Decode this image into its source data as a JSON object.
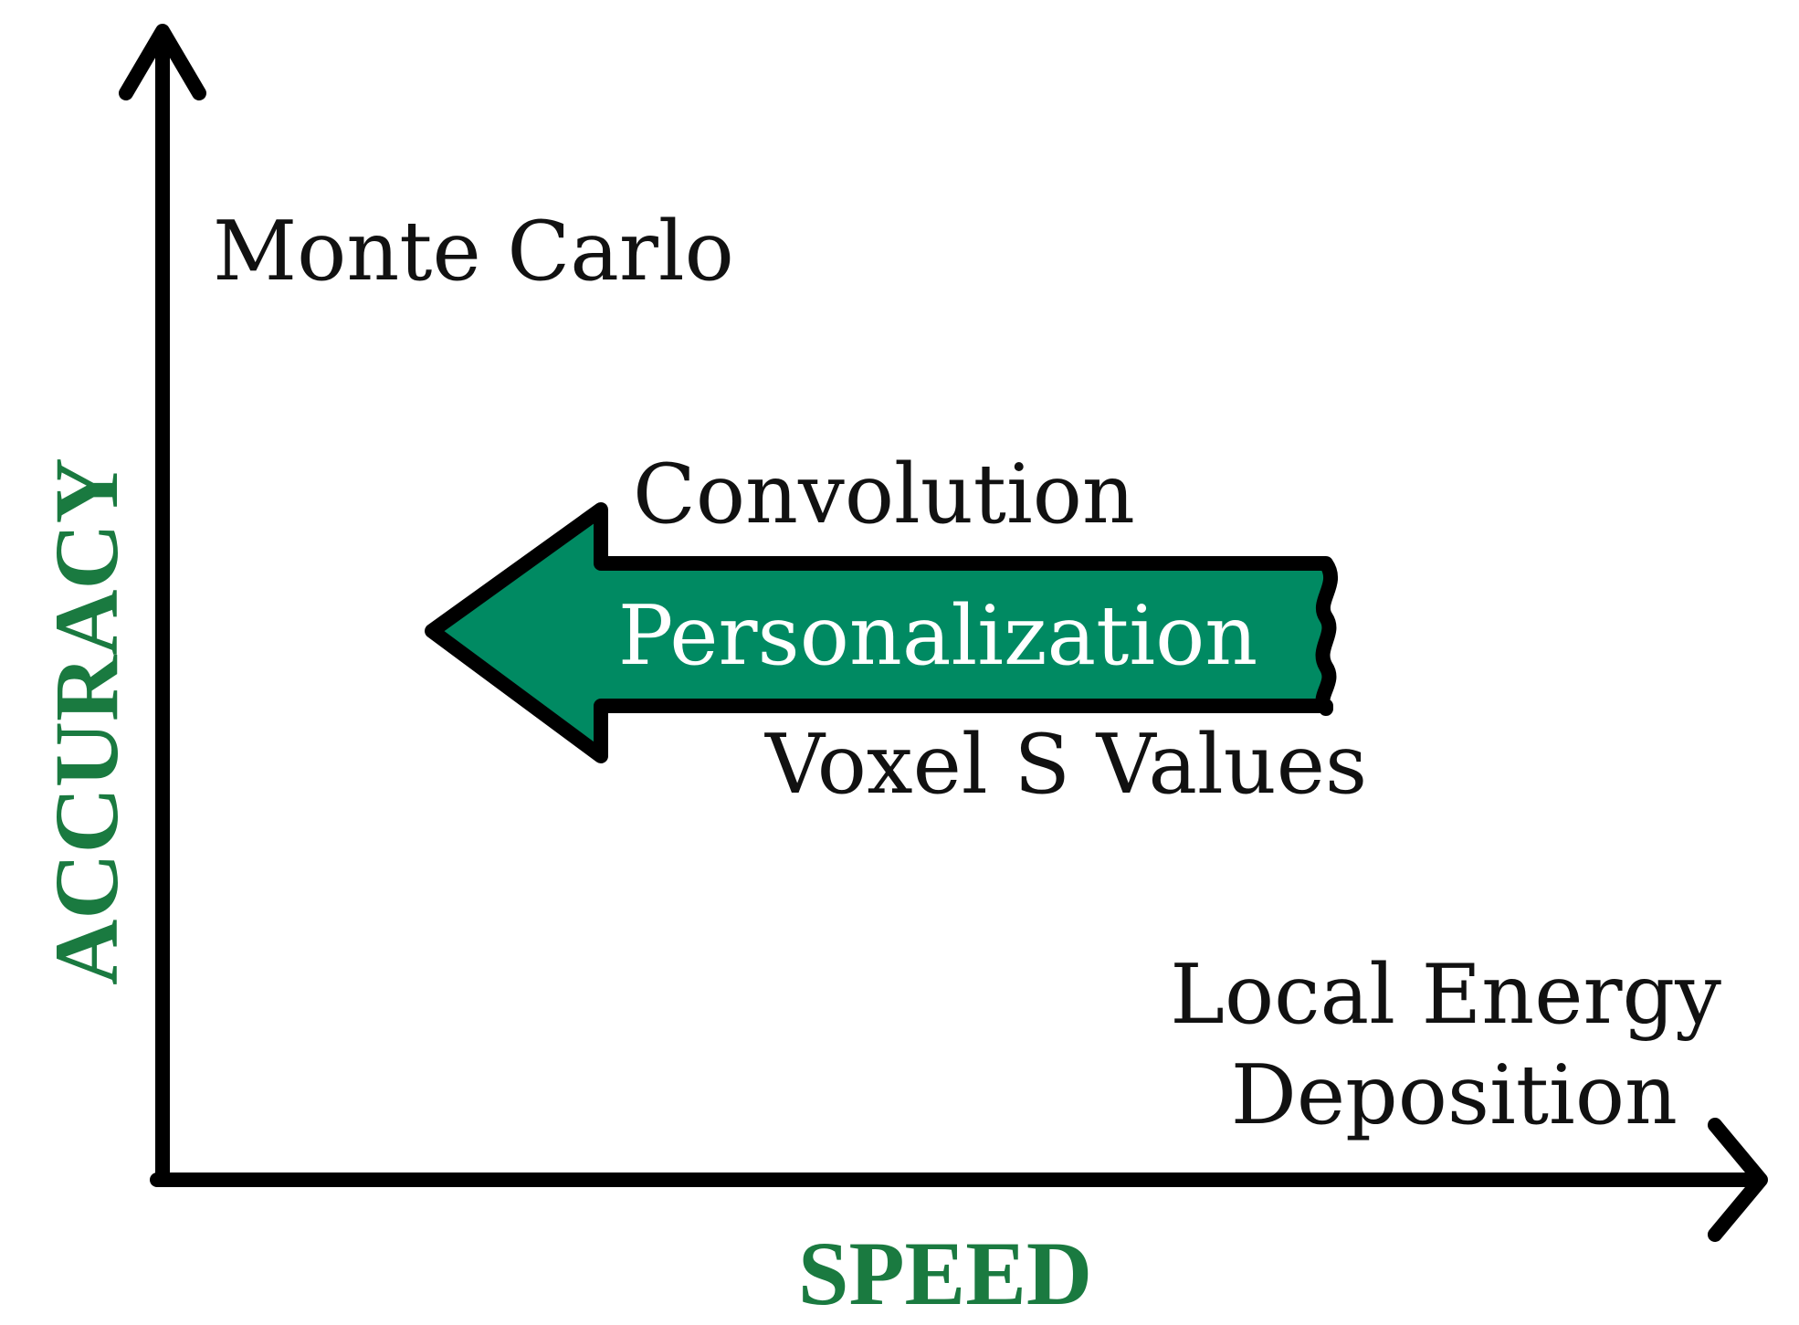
{
  "colors": {
    "axis": "#000000",
    "accent": "#1a7a40",
    "arrow_fill": "#008a62",
    "arrow_text": "#ffffff",
    "label_text": "#111111"
  },
  "axes": {
    "x_title": "SPEED",
    "y_title": "ACCURACY"
  },
  "methods": {
    "monte_carlo": "Monte Carlo",
    "convolution": "Convolution",
    "voxel_s_values": "Voxel S Values",
    "local_energy_line1": "Local Energy",
    "local_energy_line2": "Deposition"
  },
  "arrow": {
    "label": "Personalization",
    "direction": "left"
  }
}
